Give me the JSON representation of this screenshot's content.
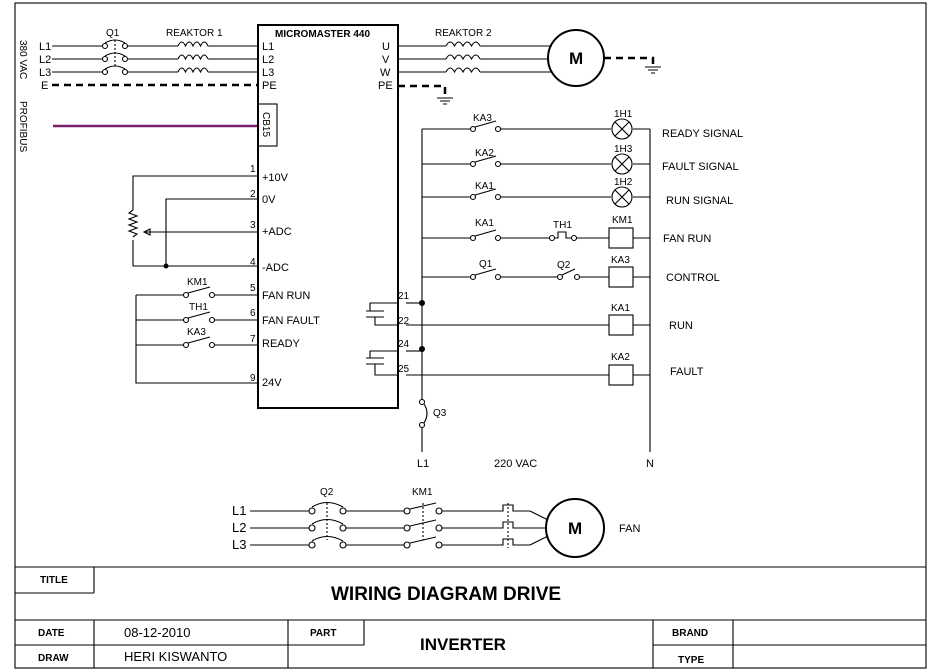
{
  "supply": {
    "voltage_label": "380 VAC",
    "profibus_label": "PROFIBUS",
    "phases": [
      "L1",
      "L2",
      "L3"
    ],
    "earth": "E"
  },
  "breaker_q1": "Q1",
  "reactor1": "REAKTOR 1",
  "reactor2": "REAKTOR 2",
  "drive": {
    "title": "MICROMASTER 440",
    "inputs": [
      "L1",
      "L2",
      "L3",
      "PE"
    ],
    "outputs": [
      "U",
      "V",
      "W",
      "PE"
    ],
    "comm_module": "CB15",
    "terminals": [
      {
        "num": "1",
        "label": "+10V"
      },
      {
        "num": "2",
        "label": "0V"
      },
      {
        "num": "3",
        "label": "+ADC"
      },
      {
        "num": "4",
        "label": "-ADC"
      },
      {
        "num": "5",
        "label": "FAN RUN"
      },
      {
        "num": "6",
        "label": "FAN FAULT"
      },
      {
        "num": "7",
        "label": "READY"
      },
      {
        "num": "9",
        "label": "24V"
      }
    ],
    "relay_terminals": [
      "21",
      "22",
      "24",
      "25"
    ]
  },
  "motor_main": "M",
  "inputs_contacts": [
    "KM1",
    "TH1",
    "KA3"
  ],
  "control": {
    "rungs": [
      {
        "contacts": [
          "KA3"
        ],
        "device": "1H1",
        "label": "READY SIGNAL"
      },
      {
        "contacts": [
          "KA2"
        ],
        "device": "1H3",
        "label": "FAULT SIGNAL"
      },
      {
        "contacts": [
          "KA1"
        ],
        "device": "1H2",
        "label": "RUN SIGNAL"
      },
      {
        "contacts": [
          "KA1",
          "TH1"
        ],
        "device": "KM1",
        "label": "FAN RUN"
      },
      {
        "contacts": [
          "Q1",
          "Q2"
        ],
        "device": "KA3",
        "label": "CONTROL"
      },
      {
        "contacts": [],
        "device": "KA1",
        "label": "RUN"
      },
      {
        "contacts": [],
        "device": "KA2",
        "label": "FAULT"
      }
    ],
    "breaker": "Q3",
    "line": "L1",
    "neutral": "N",
    "voltage": "220 VAC"
  },
  "fan_circuit": {
    "phases": [
      "L1",
      "L2",
      "L3"
    ],
    "breaker": "Q2",
    "contactor": "KM1",
    "motor": "M",
    "label": "FAN"
  },
  "title_block": {
    "title_label": "TITLE",
    "title": "WIRING DIAGRAM DRIVE",
    "date_label": "DATE",
    "date": "08-12-2010",
    "draw_label": "DRAW",
    "draw": "HERI KISWANTO",
    "part_label": "PART",
    "part": "INVERTER",
    "brand_label": "BRAND",
    "brand": "",
    "type_label": "TYPE",
    "type": ""
  }
}
